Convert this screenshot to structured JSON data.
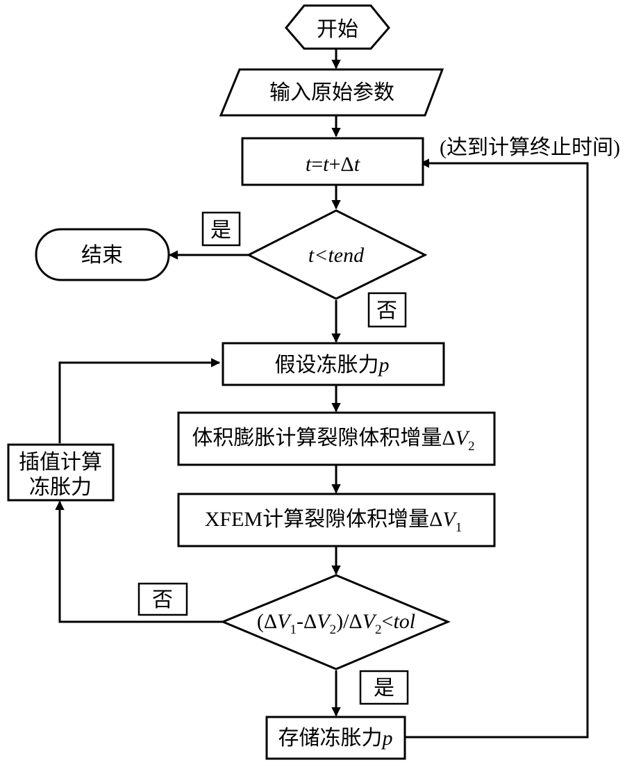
{
  "nodes": {
    "start": "开始",
    "input": "输入原始参数",
    "time_step": [
      "t",
      "=",
      "t",
      "+Δ",
      "t"
    ],
    "check_end": [
      "t",
      "<",
      "tend"
    ],
    "end": "结束",
    "assume": [
      "假设冻胀力",
      "p"
    ],
    "volume_expansion": [
      "体积膨胀计算裂隙体积增量Δ",
      "V",
      "2"
    ],
    "xfem": [
      "XFEM计算裂隙体积增量Δ",
      "V",
      "1"
    ],
    "tolerance": [
      "(Δ",
      "V",
      "1",
      "-Δ",
      "V",
      "2",
      ")/Δ",
      "V",
      "2",
      "<",
      "tol"
    ],
    "store": [
      "存储冻胀力",
      "p"
    ],
    "interpolate": [
      "插值计算",
      "冻胀力"
    ]
  },
  "edge_labels": {
    "end_yes": "是",
    "end_no": "否",
    "tol_no": "否",
    "tol_yes": "是",
    "loop_back": "(达到计算终止时间)"
  }
}
